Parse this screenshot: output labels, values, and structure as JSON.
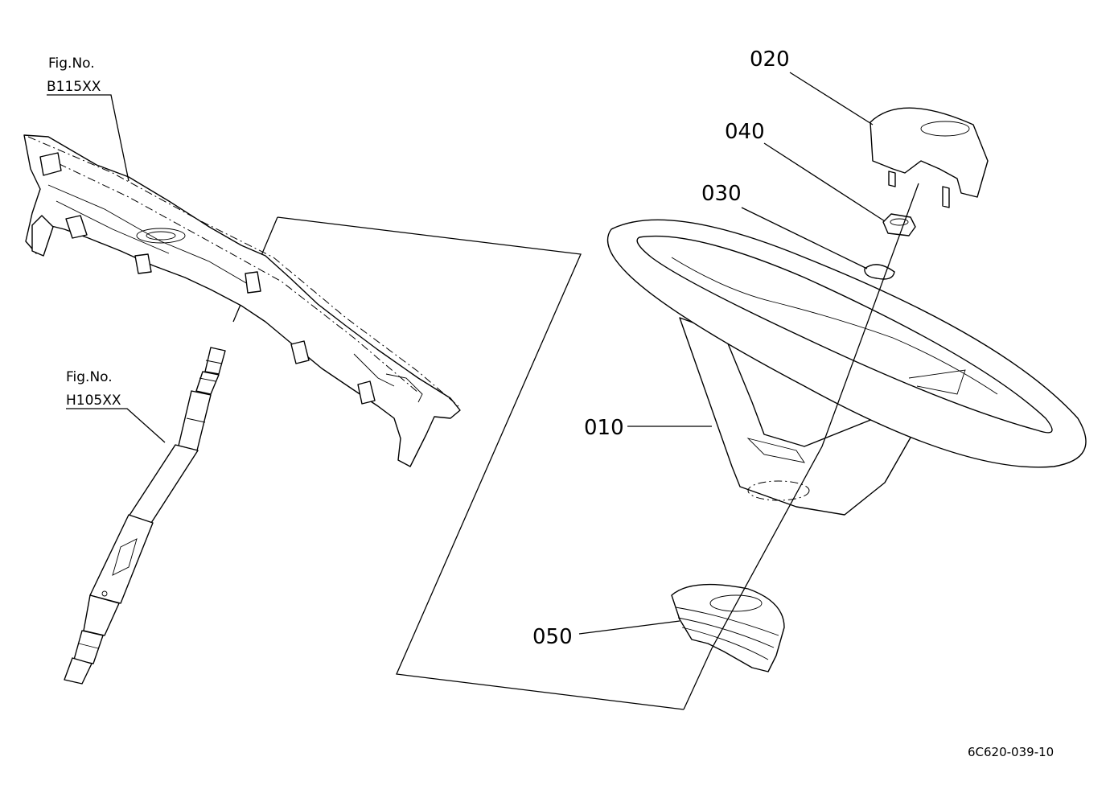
{
  "figure_refs": [
    {
      "prefix": "Fig.No.",
      "code": "B115XX"
    },
    {
      "prefix": "Fig.No.",
      "code": "H105XX"
    }
  ],
  "callouts": [
    "020",
    "040",
    "030",
    "010",
    "050"
  ],
  "drawing_id": "6C620-039-10"
}
